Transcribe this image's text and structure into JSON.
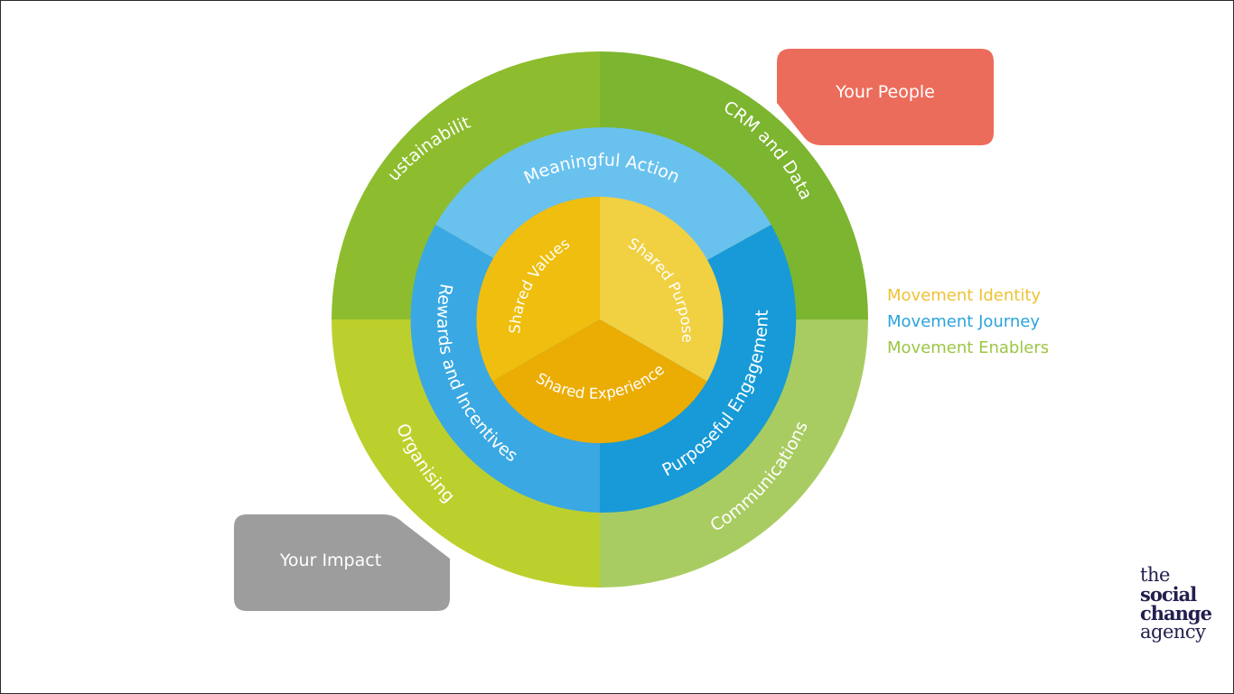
{
  "diagram": {
    "outer_ring": [
      {
        "label": "Sustainability",
        "color": "#8dbd2e"
      },
      {
        "label": "CRM and Data",
        "color": "#7cb52f"
      },
      {
        "label": "Communications",
        "color": "#a9cc62"
      },
      {
        "label": "Organising",
        "color": "#bcd02d"
      }
    ],
    "middle_ring": [
      {
        "label": "Meaningful Action",
        "color": "#69c1ee"
      },
      {
        "label": "Purposeful Engagement",
        "color": "#179ad7"
      },
      {
        "label": "Rewards and Incentives",
        "color": "#3aa8e2"
      }
    ],
    "inner_circle": [
      {
        "label": "Shared Values",
        "color": "#efbe0e"
      },
      {
        "label": "Shared Purpose",
        "color": "#f1d042"
      },
      {
        "label": "Shared Experience",
        "color": "#ebac03"
      }
    ]
  },
  "callouts": {
    "people": {
      "label": "Your People",
      "color": "#ec6c5b"
    },
    "impact": {
      "label": "Your Impact",
      "color": "#9d9d9d"
    }
  },
  "legend": [
    {
      "label": "Movement Identity",
      "color": "#eec235"
    },
    {
      "label": "Movement Journey",
      "color": "#2ba3dd"
    },
    {
      "label": "Movement Enablers",
      "color": "#9dc544"
    }
  ],
  "logo": {
    "line1": "the",
    "line2": "social",
    "line3": "change",
    "line4": "agency"
  }
}
